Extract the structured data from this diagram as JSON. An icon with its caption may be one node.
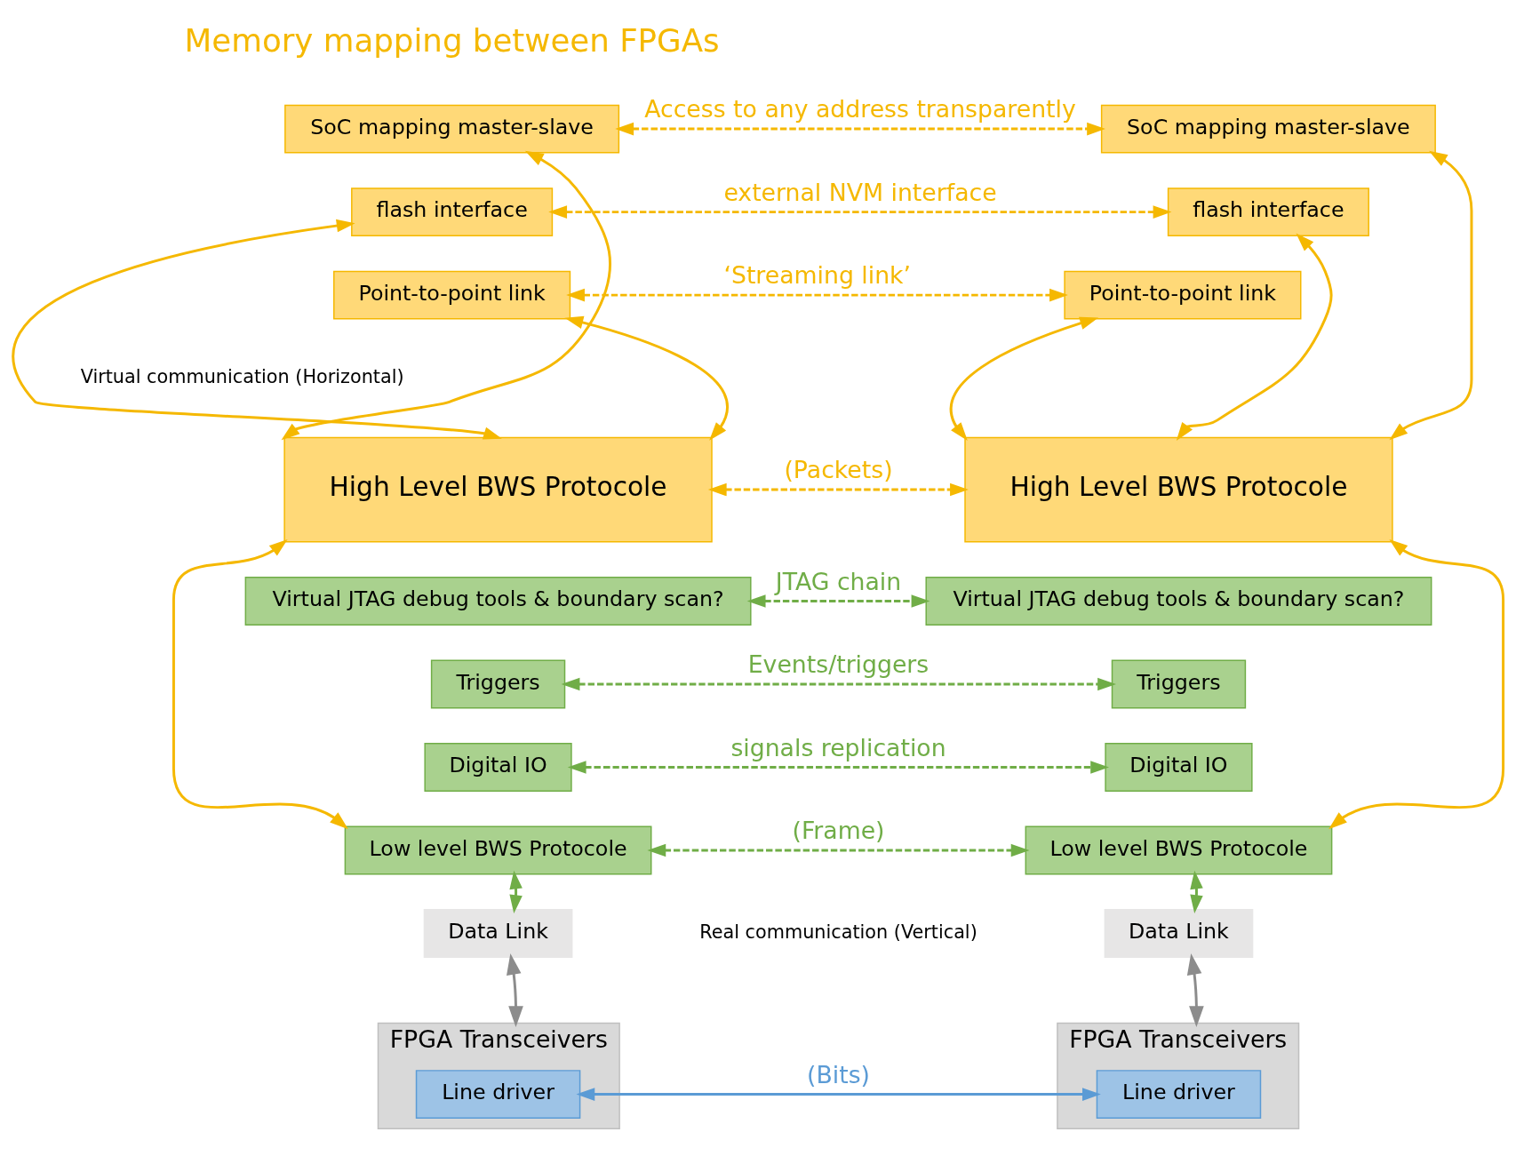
{
  "diagram": {
    "nodes": [
      {
        "text": [
          "SoC mapping master-slave"
        ]
      },
      {
        "text": [
          "SoC mapping master-slave"
        ]
      },
      {
        "text": [
          "flash interface"
        ]
      },
      {
        "text": [
          "flash interface"
        ]
      },
      {
        "text": [
          "Point-to-point link"
        ]
      },
      {
        "text": [
          "Point-to-point link"
        ]
      },
      {
        "text": [
          "High Level BWS Protocole"
        ]
      },
      {
        "text": [
          "High Level BWS Protocole"
        ]
      },
      {
        "text": [
          "Virtual JTAG debug tools & boundary scan?"
        ]
      },
      {
        "text": [
          "Virtual JTAG debug tools & boundary scan?"
        ]
      },
      {
        "text": [
          "Triggers"
        ]
      },
      {
        "text": [
          "Triggers"
        ]
      },
      {
        "text": [
          "Digital IO"
        ]
      },
      {
        "text": [
          "Digital IO"
        ]
      },
      {
        "text": [
          "Low level BWS Protocole"
        ]
      },
      {
        "text": [
          "Low level BWS Protocole"
        ]
      },
      {
        "text": [
          "Data Link"
        ]
      },
      {
        "text": [
          "Data Link"
        ]
      },
      {
        "text": [
          "FPGA Transceivers"
        ]
      },
      {
        "text": [
          "Line driver"
        ],
        "in": 18
      },
      {
        "text": [
          "FPGA Transceivers"
        ]
      },
      {
        "text": [
          "Line driver"
        ],
        "in": 20
      }
    ],
    "edges": [
      {
        "from": 0,
        "to": 1,
        "arrow": "both",
        "style": "dashed",
        "label": "Access to any address transparently"
      },
      {
        "from": 2,
        "to": 3,
        "arrow": "both",
        "style": "dashed",
        "label": "external NVM interface"
      },
      {
        "from": 4,
        "to": 5,
        "arrow": "both",
        "style": "dashed",
        "label": "‘Streaming link’"
      },
      {
        "from": 6,
        "to": 7,
        "arrow": "both",
        "style": "dashed",
        "label": "(Packets)"
      },
      {
        "from": 8,
        "to": 9,
        "arrow": "both",
        "style": "dashed",
        "color": "#70ad47",
        "label": "JTAG chain"
      },
      {
        "from": 10,
        "to": 11,
        "arrow": "both",
        "style": "dashed",
        "color": "#70ad47",
        "label": "Events/triggers"
      },
      {
        "from": 12,
        "to": 13,
        "arrow": "both",
        "style": "dashed",
        "color": "#70ad47",
        "label": "signals replication"
      },
      {
        "from": 14,
        "to": 15,
        "arrow": "both",
        "style": "dashed",
        "color": "#70ad47",
        "label": "(Frame)"
      },
      {
        "from": 19,
        "to": 21,
        "arrow": "both",
        "color": "#5b9bd5",
        "label": "(Bits)"
      },
      {
        "from": 0,
        "to": 6,
        "arrow": "both"
      },
      {
        "from": 2,
        "to": 6,
        "arrow": "both"
      },
      {
        "from": 4,
        "to": 6,
        "arrow": "both"
      },
      {
        "from": 1,
        "to": 7,
        "arrow": "both"
      },
      {
        "from": 3,
        "to": 7,
        "arrow": "both"
      },
      {
        "from": 5,
        "to": 7,
        "arrow": "both"
      },
      {
        "from": 6,
        "to": 14,
        "arrow": "both"
      },
      {
        "from": 7,
        "to": 15,
        "arrow": "both"
      },
      {
        "from": 14,
        "to": 16,
        "arrow": "both",
        "color": "#70ad47"
      },
      {
        "from": 15,
        "to": 17,
        "arrow": "both",
        "color": "#70ad47"
      },
      {
        "from": 16,
        "to": 18,
        "arrow": "both",
        "color": "#8c8c8c"
      },
      {
        "from": 17,
        "to": 20,
        "arrow": "both",
        "color": "#8c8c8c"
      }
    ],
    "labels": [
      "Memory mapping between FPGAs",
      "Virtual communication (Horizontal)",
      "Real communication (Vertical)"
    ]
  }
}
